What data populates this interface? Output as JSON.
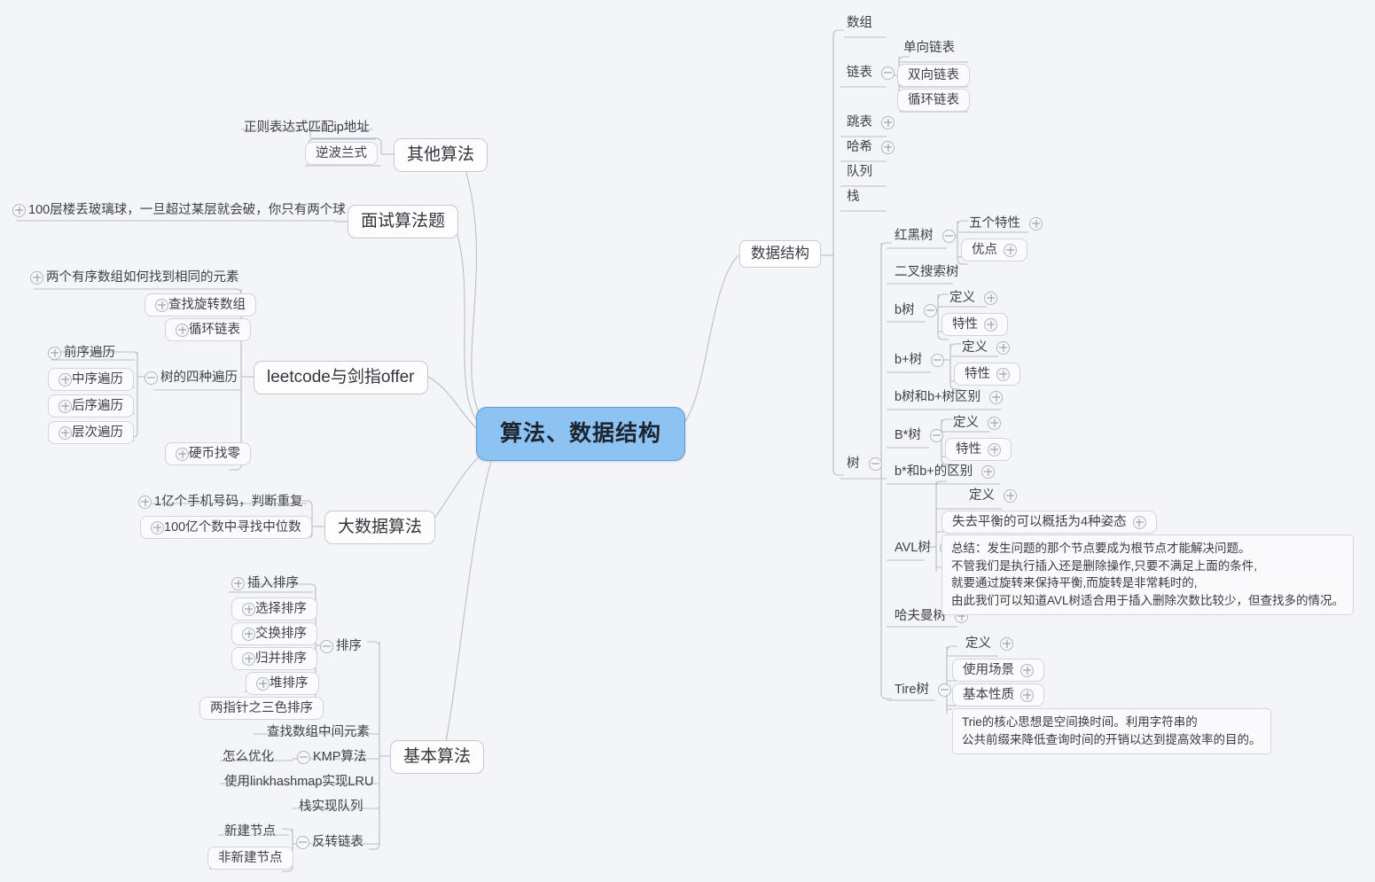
{
  "root": {
    "label": "算法、数据结构",
    "color": "#8cc3f2"
  },
  "topics": {
    "other_algorithms": "其他算法",
    "interview_problems": "面试算法题",
    "leetcode": "leetcode与剑指offer",
    "bigdata": "大数据算法",
    "basic_algorithms": "基本算法",
    "data_structure": "数据结构"
  },
  "other_algorithms_children": [
    {
      "label": "正则表达式匹配ip地址",
      "toggle": "none"
    },
    {
      "label": "逆波兰式",
      "toggle": "none"
    }
  ],
  "interview_children": [
    {
      "label": "100层楼丢玻璃球，一旦超过某层就会破，你只有两个球",
      "toggle": "plus"
    }
  ],
  "leetcode_children": [
    {
      "label": "两个有序数组如何找到相同的元素",
      "toggle": "plus"
    },
    {
      "label": "查找旋转数组",
      "toggle": "plus"
    },
    {
      "label": "循环链表",
      "toggle": "plus"
    },
    {
      "label": "树的四种遍历",
      "toggle": "minus"
    },
    {
      "label": "硬币找零",
      "toggle": "plus"
    }
  ],
  "tree_traversals": [
    {
      "label": "前序遍历",
      "toggle": "plus"
    },
    {
      "label": "中序遍历",
      "toggle": "plus"
    },
    {
      "label": "后序遍历",
      "toggle": "plus"
    },
    {
      "label": "层次遍历",
      "toggle": "plus"
    }
  ],
  "bigdata_children": [
    {
      "label": "1亿个手机号码，判断重复",
      "toggle": "plus"
    },
    {
      "label": "100亿个数中寻找中位数",
      "toggle": "plus"
    }
  ],
  "basic_children": [
    {
      "label": "排序",
      "toggle": "minus"
    },
    {
      "label": "查找数组中间元素",
      "toggle": "none"
    },
    {
      "label": "KMP算法",
      "toggle": "minus"
    },
    {
      "label": "使用linkhashmap实现LRU",
      "toggle": "none"
    },
    {
      "label": "栈实现队列",
      "toggle": "none"
    },
    {
      "label": "反转链表",
      "toggle": "minus"
    }
  ],
  "sorting_children": [
    {
      "label": "插入排序",
      "toggle": "plus"
    },
    {
      "label": "选择排序",
      "toggle": "plus"
    },
    {
      "label": "交换排序",
      "toggle": "plus"
    },
    {
      "label": "归并排序",
      "toggle": "plus"
    },
    {
      "label": "堆排序",
      "toggle": "plus"
    },
    {
      "label": "两指针之三色排序",
      "toggle": "none"
    }
  ],
  "kmp_children": [
    {
      "label": "怎么优化",
      "toggle": "none"
    }
  ],
  "reverse_list_children": [
    {
      "label": "新建节点",
      "toggle": "none"
    },
    {
      "label": "非新建节点",
      "toggle": "none"
    }
  ],
  "data_structure_children": [
    {
      "label": "数组",
      "toggle": "none"
    },
    {
      "label": "链表",
      "toggle": "minus"
    },
    {
      "label": "跳表",
      "toggle": "plus"
    },
    {
      "label": "哈希",
      "toggle": "plus"
    },
    {
      "label": "队列",
      "toggle": "none"
    },
    {
      "label": "栈",
      "toggle": "none"
    },
    {
      "label": "树",
      "toggle": "minus"
    }
  ],
  "linkedlist_children": [
    {
      "label": "单向链表",
      "toggle": "none"
    },
    {
      "label": "双向链表",
      "toggle": "none"
    },
    {
      "label": "循环链表",
      "toggle": "none"
    }
  ],
  "tree_children": [
    {
      "label": "红黑树",
      "toggle": "minus"
    },
    {
      "label": "二叉搜索树",
      "toggle": "none"
    },
    {
      "label": "b树",
      "toggle": "minus"
    },
    {
      "label": "b+树",
      "toggle": "minus"
    },
    {
      "label": "b树和b+树区别",
      "toggle": "plus"
    },
    {
      "label": "B*树",
      "toggle": "minus"
    },
    {
      "label": "b*和b+的区别",
      "toggle": "plus"
    },
    {
      "label": "AVL树",
      "toggle": "minus"
    },
    {
      "label": "哈夫曼树",
      "toggle": "plus"
    },
    {
      "label": "Tire树",
      "toggle": "minus"
    }
  ],
  "redblack_children": [
    {
      "label": "五个特性",
      "toggle": "plus"
    },
    {
      "label": "优点",
      "toggle": "plus"
    }
  ],
  "btree_children": [
    {
      "label": "定义",
      "toggle": "plus"
    },
    {
      "label": "特性",
      "toggle": "plus"
    }
  ],
  "bplus_children": [
    {
      "label": "定义",
      "toggle": "plus"
    },
    {
      "label": "特性",
      "toggle": "plus"
    }
  ],
  "bstar_children": [
    {
      "label": "定义",
      "toggle": "plus"
    },
    {
      "label": "特性",
      "toggle": "plus"
    }
  ],
  "avl_children": [
    {
      "label": "定义",
      "toggle": "plus"
    },
    {
      "label": "失去平衡的可以概括为4种姿态",
      "toggle": "plus"
    }
  ],
  "avl_note": "总结：发生问题的那个节点要成为根节点才能解决问题。\n不管我们是执行插入还是删除操作,只要不满足上面的条件,\n就要通过旋转来保持平衡,而旋转是非常耗时的,\n由此我们可以知道AVL树适合用于插入删除次数比较少，但查找多的情况。",
  "trie_children": [
    {
      "label": "定义",
      "toggle": "plus"
    },
    {
      "label": "使用场景",
      "toggle": "plus"
    },
    {
      "label": "基本性质",
      "toggle": "plus"
    }
  ],
  "trie_note": "Trie的核心思想是空间换时间。利用字符串的\n公共前缀来降低查询时间的开销以达到提高效率的目的。"
}
